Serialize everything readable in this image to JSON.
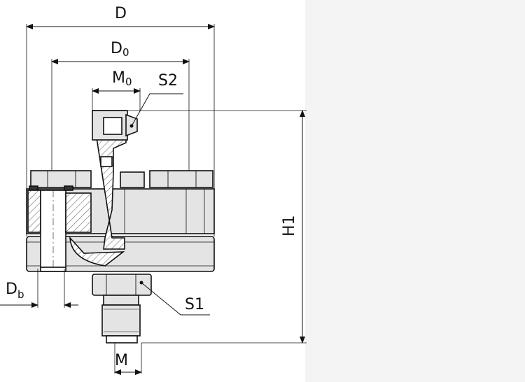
{
  "labels": {
    "D": "D",
    "D0_main": "D",
    "D0_sub": "0",
    "M0_main": "M",
    "M0_sub": "0",
    "S2": "S2",
    "S1": "S1",
    "H1": "H1",
    "Db_main": "D",
    "Db_sub": "b",
    "M": "M"
  },
  "colors": {
    "page": "#f4f4f4",
    "paper": "#ffffff",
    "line": "#111111",
    "body_fill": "#e2e2e2",
    "hatch": "#555555"
  }
}
